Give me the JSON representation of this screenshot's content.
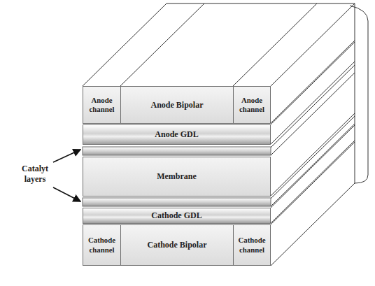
{
  "diagram": {
    "nodes": [
      {
        "text": [
          "Anode channel"
        ]
      },
      {
        "text": [
          "Anode Bipolar"
        ]
      },
      {
        "text": [
          "Anode channel"
        ]
      },
      {
        "text": [
          "Anode GDL"
        ]
      },
      {
        "text": [
          "Membrane"
        ]
      },
      {
        "text": [
          "Cathode GDL"
        ]
      },
      {
        "text": [
          "Cathode channel"
        ]
      },
      {
        "text": [
          "Cathode Bipolar"
        ]
      },
      {
        "text": [
          "Cathode channel"
        ]
      }
    ],
    "labels": [
      "Catalyt layers"
    ]
  }
}
